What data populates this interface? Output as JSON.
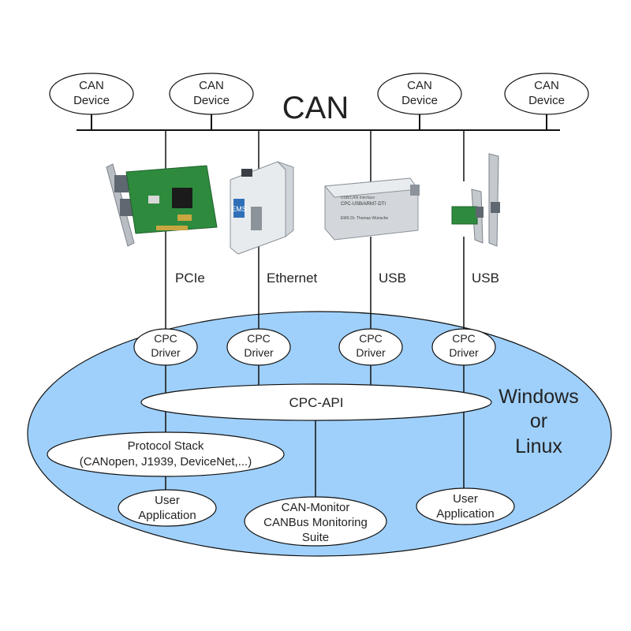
{
  "bus": {
    "label": "CAN",
    "devices": [
      {
        "line1": "CAN",
        "line2": "Device"
      },
      {
        "line1": "CAN",
        "line2": "Device"
      },
      {
        "line1": "CAN",
        "line2": "Device"
      },
      {
        "line1": "CAN",
        "line2": "Device"
      }
    ]
  },
  "interfaces": [
    {
      "name": "PCIe",
      "hardware": "pcie-card-image",
      "driver": {
        "line1": "CPC",
        "line2": "Driver"
      }
    },
    {
      "name": "Ethernet",
      "hardware": "ethernet-module-image",
      "driver": {
        "line1": "CPC",
        "line2": "Driver"
      }
    },
    {
      "name": "USB",
      "hardware": "usb-box-image",
      "driver": {
        "line1": "CPC",
        "line2": "Driver"
      }
    },
    {
      "name": "USB",
      "hardware": "usb-bracket-card-image",
      "driver": {
        "line1": "CPC",
        "line2": "Driver"
      }
    }
  ],
  "hardware_text": {
    "ems_logo": "EMS",
    "usb_box_line1": "USB/CAN Interface",
    "usb_box_line2": "CPC-USB/ARM7-DTI",
    "usb_box_line3": "EMS Dr. Thomas Wünsche"
  },
  "os": {
    "line1": "Windows",
    "line2": "or",
    "line3": "Linux"
  },
  "api": {
    "label": "CPC-API"
  },
  "protocol_stack": {
    "line1": "Protocol Stack",
    "line2": "(CANopen, J1939, DeviceNet,...)"
  },
  "user_app_left": {
    "line1": "User",
    "line2": "Application"
  },
  "can_monitor": {
    "line1": "CAN-Monitor",
    "line2": "CANBus Monitoring",
    "line3": "Suite"
  },
  "user_app_right": {
    "line1": "User",
    "line2": "Application"
  },
  "colors": {
    "os_region": "#9fd0fb",
    "line": "#111111",
    "node_fill": "#ffffff",
    "pcb_green": "#2e8b3e",
    "metal_gray": "#c8cdd2",
    "ems_blue": "#2f6fb8"
  }
}
